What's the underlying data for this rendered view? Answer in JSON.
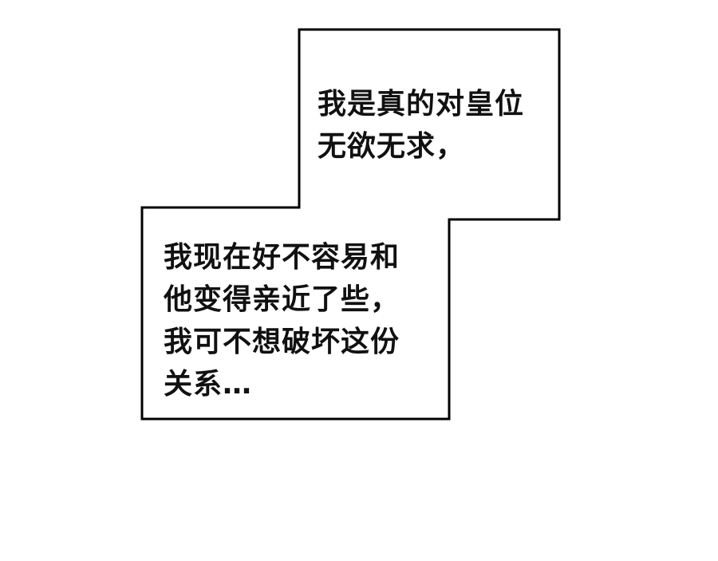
{
  "panel": {
    "top_box": {
      "lines": [
        "我是真的对皇位",
        "无欲无求，"
      ]
    },
    "bottom_box": {
      "lines": [
        "我现在好不容易和",
        "他变得亲近了些，",
        "我可不想破坏这份",
        "关系…"
      ]
    }
  },
  "colors": {
    "border": "#000000",
    "background": "#ffffff",
    "text": "#111111"
  }
}
